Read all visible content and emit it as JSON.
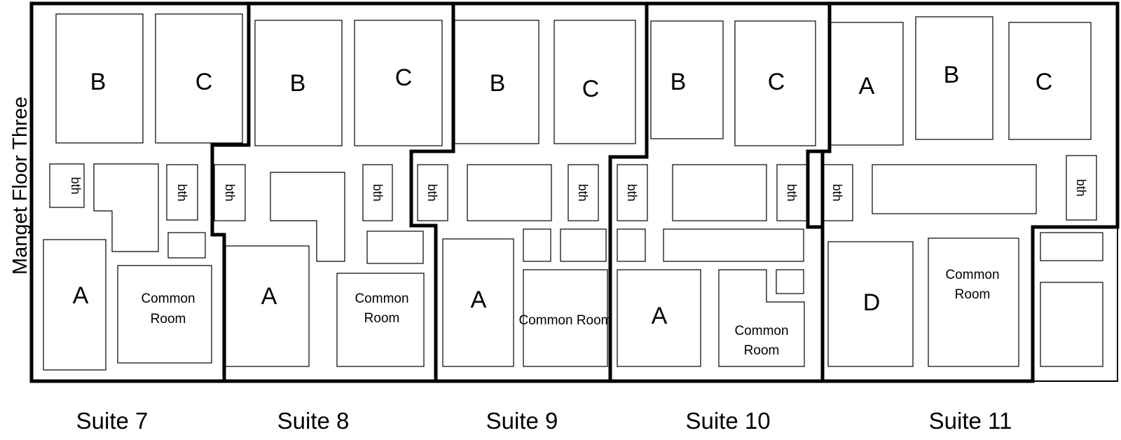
{
  "floor_title": "Manget Floor Three",
  "rooms": {
    "s7": {
      "b": "B",
      "c": "C",
      "bath1": "bth",
      "bath2": "bth",
      "a": "A",
      "common1": "Common",
      "common2": "Room"
    },
    "s8": {
      "b": "B",
      "c": "C",
      "bath1": "bth",
      "bath2": "bth",
      "a": "A",
      "common1": "Common",
      "common2": "Room"
    },
    "s9": {
      "b": "B",
      "c": "C",
      "bath1": "bth",
      "bath2": "bth",
      "a": "A",
      "common": "Common Room"
    },
    "s10": {
      "b": "B",
      "c": "C",
      "bath1": "bth",
      "bath2": "bth",
      "a": "A",
      "common1": "Common",
      "common2": "Room"
    },
    "s11": {
      "a": "A",
      "b": "B",
      "c": "C",
      "bath1": "bth",
      "bath2": "bth",
      "d": "D",
      "common1": "Common",
      "common2": "Room"
    }
  },
  "suites": [
    "Suite 7",
    "Suite 8",
    "Suite 9",
    "Suite 10",
    "Suite 11"
  ]
}
